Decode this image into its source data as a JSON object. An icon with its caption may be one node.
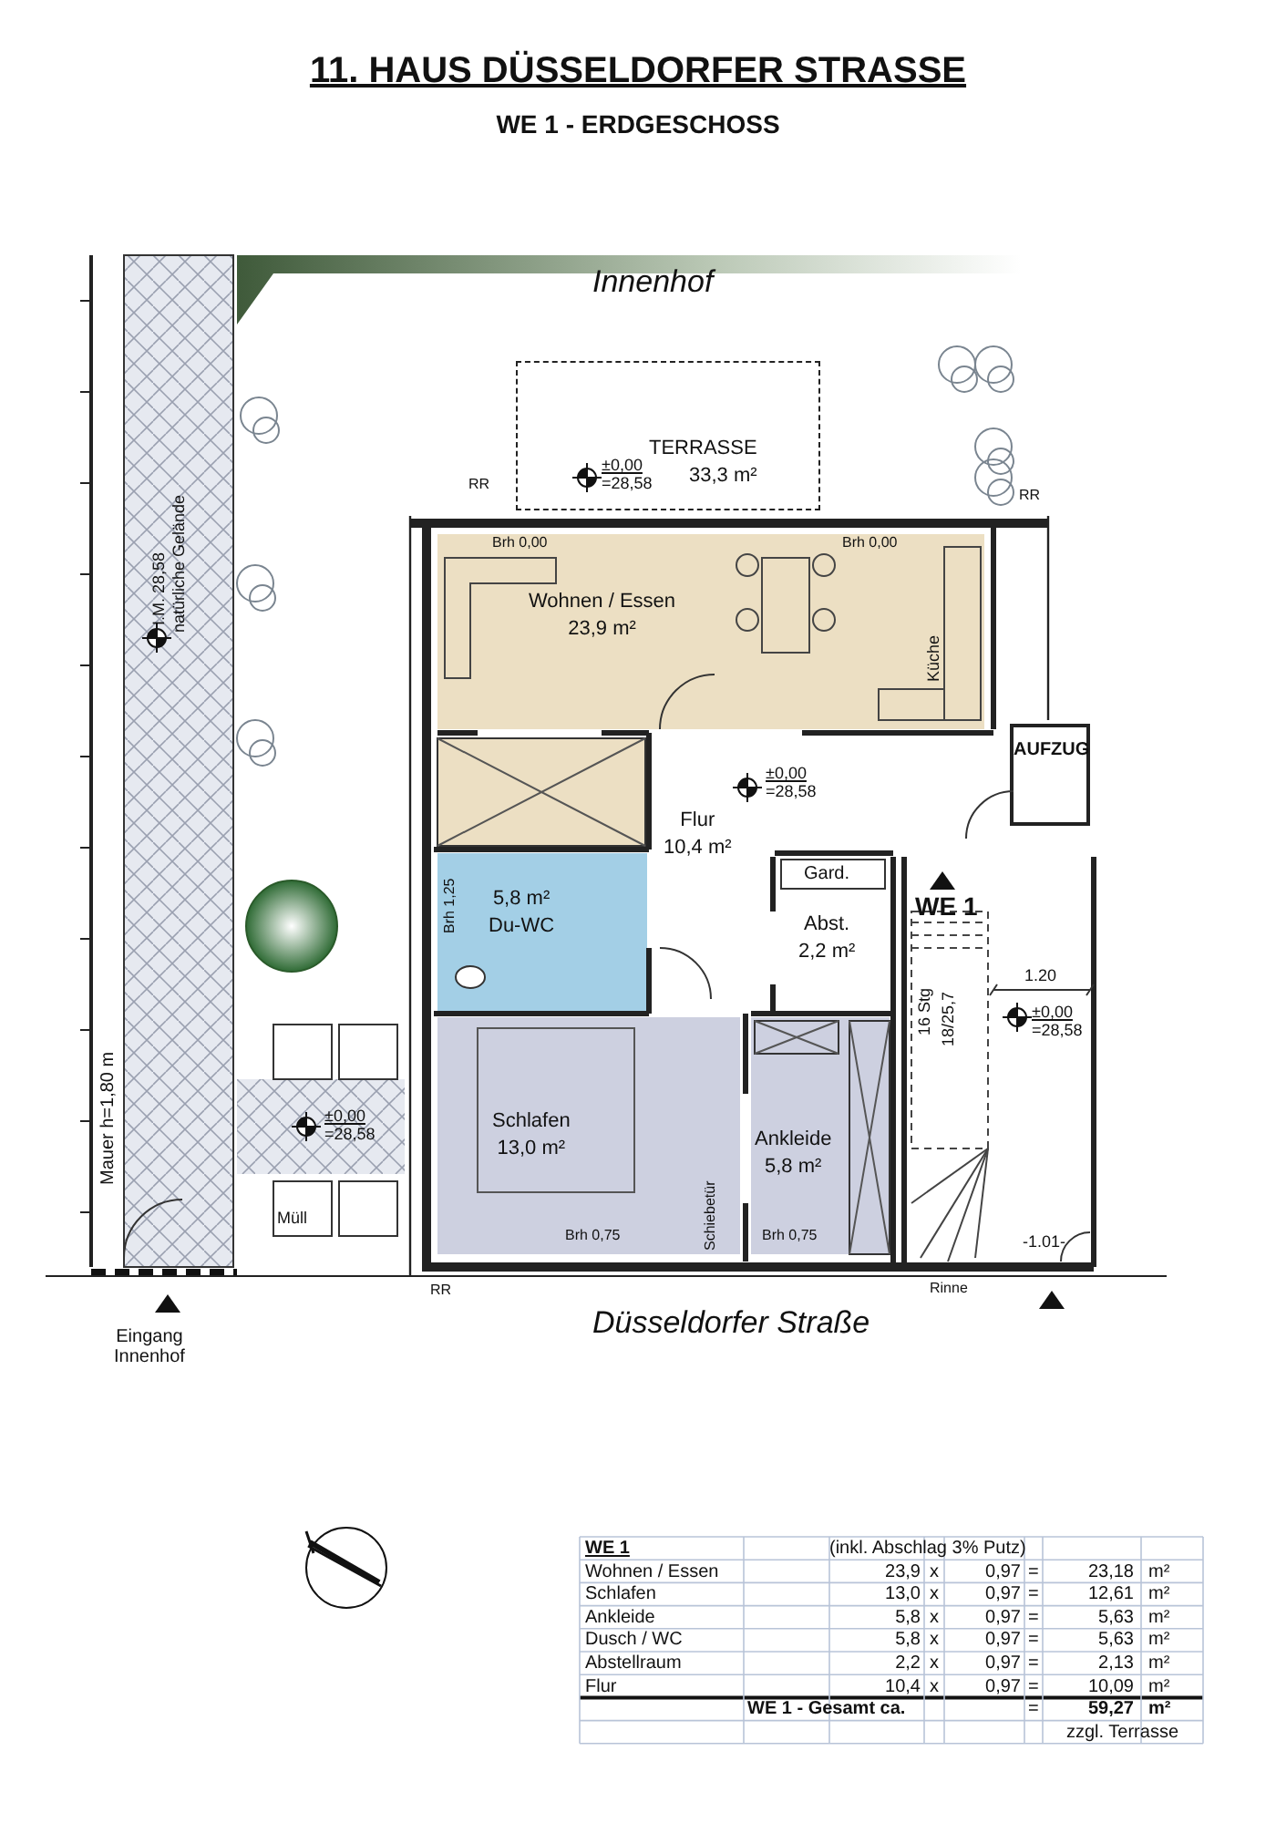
{
  "diagram": {
    "title": "11.  HAUS DÜSSELDORFER STRASSE",
    "nodes": [
      {
        "text": [
          "TERRASSE",
          "33,3 m²"
        ]
      },
      {
        "text": [
          "Wohnen / Essen",
          "23,9 m²"
        ]
      },
      {
        "text": [
          "5,8 m²",
          "Du-WC"
        ]
      },
      {
        "text": [
          "Flur",
          "10,4 m²"
        ]
      },
      {
        "text": [
          "Gard."
        ]
      },
      {
        "text": [
          "Abst.",
          "2,2 m²"
        ]
      },
      {
        "text": [
          "Schlafen",
          "13,0 m²"
        ]
      },
      {
        "text": [
          "Ankleide",
          "5,8 m²"
        ]
      },
      {
        "text": [
          "AUFZUG"
        ]
      }
    ],
    "labels": [
      "WE 1  -  ERDGESCHOSS",
      "Innenhof",
      "I.M. 28,58",
      "natürliche Gelände",
      "±0,00",
      "=28,58",
      "RR",
      "RR",
      "Brh 0,00",
      "Brh 0,00",
      "Küche",
      "±0,00",
      "=28,58",
      "Brh 1,25",
      "Mauer h=1,80 m",
      "WE 1",
      "1.20",
      "16 Stg",
      "18/25,7",
      "±0,00",
      "=28,58",
      "±0,00",
      "=28,58",
      "Müll",
      "Schiebetür",
      "Brh 0,75",
      "Brh 0,75",
      "-1.01-",
      "RR",
      "Rinne",
      "Eingang Innenhof",
      "Düsseldorfer Straße",
      "WE 1",
      "(inkl. Abschlag 3% Putz)",
      "Wohnen / Essen",
      "23,9",
      "x",
      "0,97",
      "=",
      "23,18",
      "m²",
      "Schlafen",
      "13,0",
      "x",
      "0,97",
      "=",
      "12,61",
      "m²",
      "Ankleide",
      "5,8",
      "x",
      "0,97",
      "=",
      "5,63",
      "m²",
      "Dusch / WC",
      "5,8",
      "x",
      "0,97",
      "=",
      "5,63",
      "m²",
      "Abstellraum",
      "2,2",
      "x",
      "0,97",
      "=",
      "2,13",
      "m²",
      "Flur",
      "10,4",
      "x",
      "0,97",
      "=",
      "10,09",
      "m²",
      "WE 1 - Gesamt ca.",
      "=",
      "59,27",
      "m²",
      "zzgl. Terrasse"
    ]
  }
}
